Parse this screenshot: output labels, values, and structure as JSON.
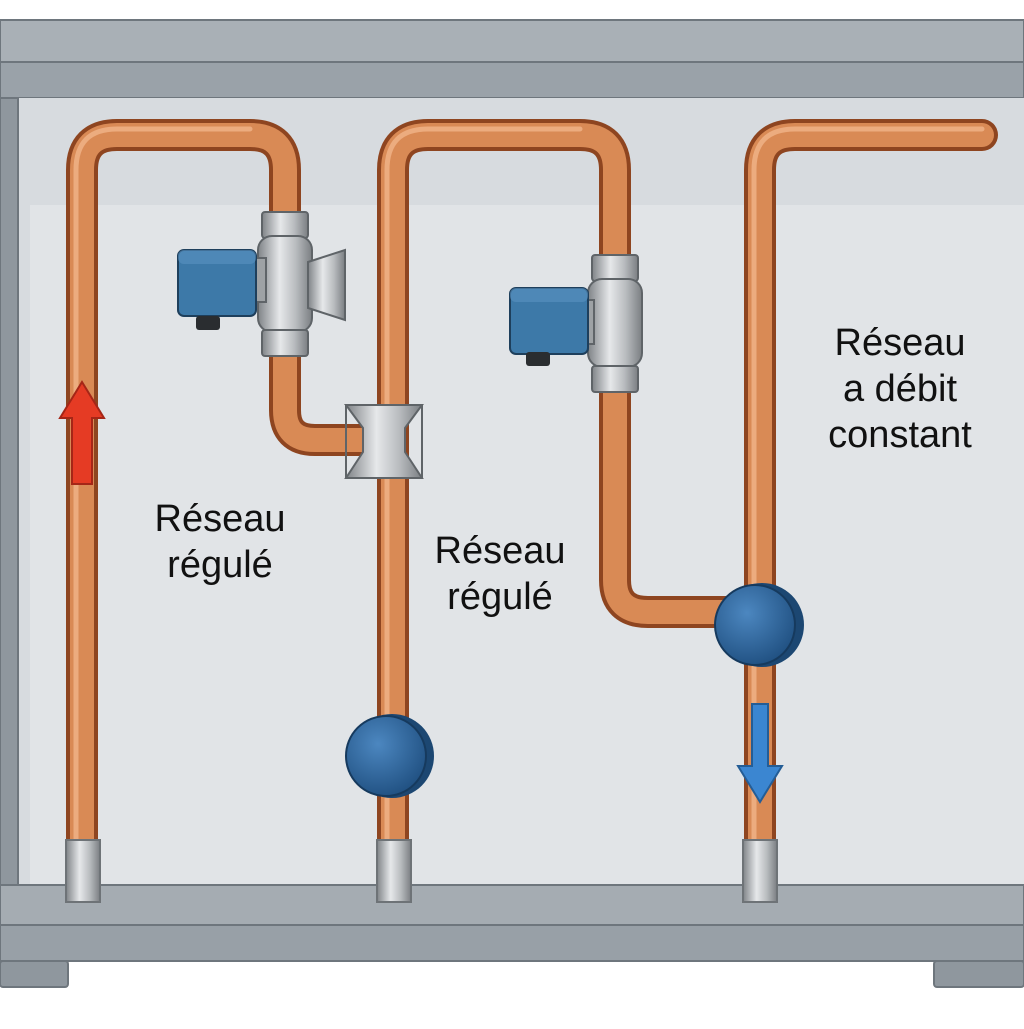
{
  "labels": {
    "regulated_1": [
      "Réseau",
      "régulé"
    ],
    "regulated_2": [
      "Réseau",
      "régulé"
    ],
    "constant": [
      "Réseau",
      "a débit",
      "constant"
    ]
  },
  "colors": {
    "copper": "#d07d4a",
    "copper_dark": "#9a4f26",
    "cabinet": "#9aa3ab",
    "cabinet_inner": "#d7dbdf",
    "pump_blue": "#2f6aa5",
    "actuator_blue": "#3d79a8",
    "arrow_up": "#e53b24",
    "arrow_down": "#3b86d1",
    "fitting_grey": "#b8bbbe"
  },
  "icons": {
    "flow_in": "arrow-up-icon",
    "flow_out": "arrow-down-icon"
  }
}
